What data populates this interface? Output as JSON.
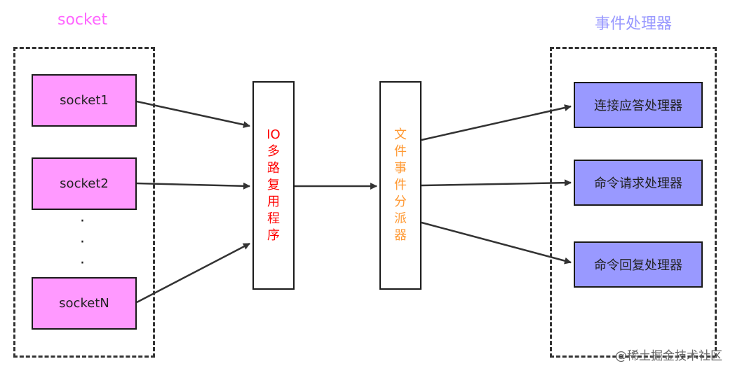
{
  "titles": {
    "left": "socket",
    "right": "事件处理器"
  },
  "sockets": [
    "socket1",
    "socket2",
    "socketN"
  ],
  "ellipsis": [
    "·",
    "·",
    "·"
  ],
  "io_program": [
    "IO",
    "多",
    "路",
    "复",
    "用",
    "程",
    "序"
  ],
  "dispatcher": [
    "文",
    "件",
    "事",
    "件",
    "分",
    "派",
    "器"
  ],
  "handlers": [
    "连接应答处理器",
    "命令请求处理器",
    "命令回复处理器"
  ],
  "watermark": "@稀土掘金技术社区",
  "colors": {
    "socket": "#ff99ff",
    "handler": "#9999ff",
    "io_text": "#ff0000",
    "dispatcher_text": "#ff9933",
    "left_title": "#ff66ff",
    "right_title": "#9999ff"
  }
}
